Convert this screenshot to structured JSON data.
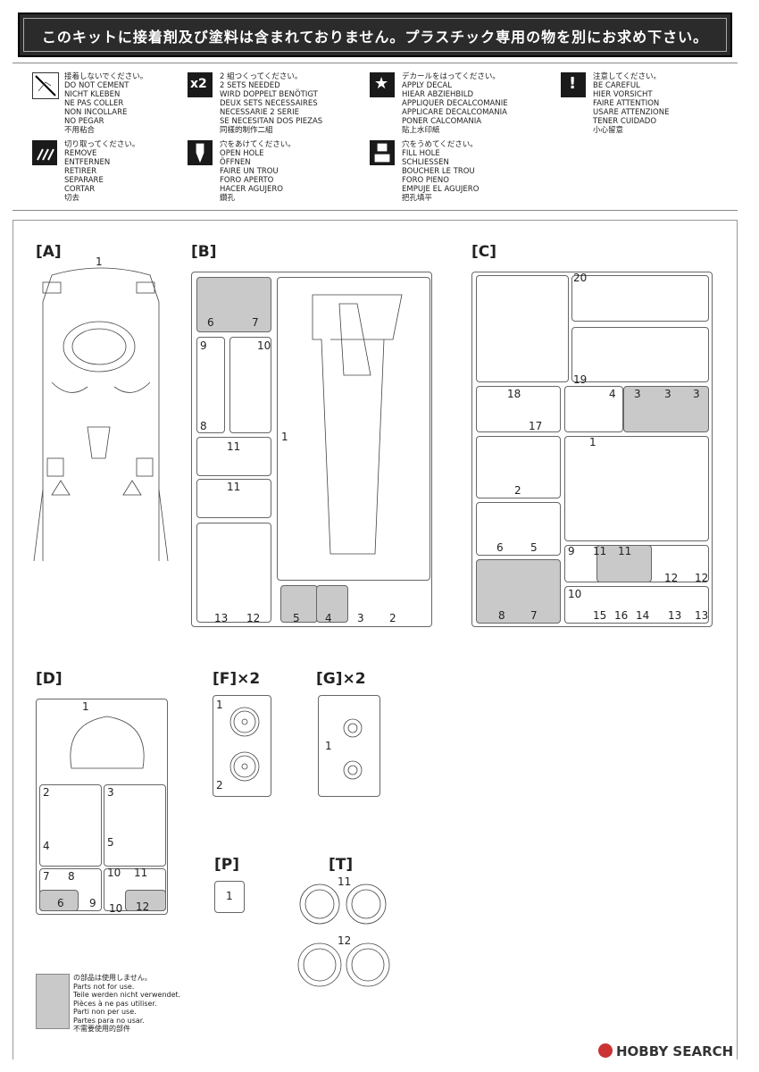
{
  "banner": {
    "text": "このキットに接着剤及び塗料は含まれておりません。プラスチック専用の物を別にお求め下さい。"
  },
  "legend": {
    "do_not_cement": [
      "接着しないでください。",
      "DO NOT CEMENT",
      "NICHT KLEBEN",
      "NE PAS COLLER",
      "NON INCOLLARE",
      "NO PEGAR",
      "不用粘合"
    ],
    "two_sets": {
      "icon_text": "x2",
      "lines": [
        "2 組つくってください。",
        "2 SETS NEEDED",
        "WIRD DOPPELT BENÖTIGT",
        "DEUX SETS NECESSAIRES",
        "NECESSARIE 2 SERIE",
        "SE NECESITAN DOS PIEZAS",
        "同樣的制作二組"
      ]
    },
    "apply_decal": [
      "デカールをはってください。",
      "APPLY DECAL",
      "HIEAR ABZIEHBILD",
      "APPLIQUER DECALCOMANIE",
      "APPLICARE DECALCOMANIA",
      "PONER CALCOMANIA",
      "貼上水印紙"
    ],
    "be_careful": [
      "注意してください。",
      "BE CAREFUL",
      "HIER VORSICHT",
      "FAIRE ATTENTION",
      "USARE ATTENZIONE",
      "TENER CUIDADO",
      "小心留意"
    ],
    "remove": [
      "切り取ってください。",
      "REMOVE",
      "ENTFERNEN",
      "RETIRER",
      "SEPARARE",
      "CORTAR",
      "切去"
    ],
    "open_hole": [
      "穴をあけてください。",
      "OPEN HOLE",
      "ÖFFNEN",
      "FAIRE UN TROU",
      "FORO APERTO",
      "HACER AGUJERO",
      "鑽孔"
    ],
    "fill_hole": [
      "穴をうめてください。",
      "FILL HOLE",
      "SCHLIESSEN",
      "BOUCHER LE TROU",
      "FORO PIENO",
      "EMPUJE EL AGUJERO",
      "把孔填平"
    ]
  },
  "sprues": {
    "A": {
      "label": "[A]",
      "nums": [
        "1"
      ]
    },
    "B": {
      "label": "[B]",
      "nums": [
        "6",
        "7",
        "9",
        "10",
        "8",
        "11",
        "11",
        "1",
        "13",
        "12",
        "5",
        "4",
        "3",
        "2"
      ]
    },
    "C": {
      "label": "[C]",
      "nums": [
        "20",
        "19",
        "18",
        "4",
        "3",
        "3",
        "3",
        "17",
        "1",
        "2",
        "6",
        "5",
        "9",
        "11",
        "11",
        "12",
        "12",
        "8",
        "7",
        "10",
        "15",
        "16",
        "14",
        "13",
        "13"
      ]
    },
    "D": {
      "label": "[D]",
      "nums": [
        "1",
        "2",
        "3",
        "4",
        "5",
        "7",
        "8",
        "6",
        "9",
        "10",
        "11",
        "10",
        "12"
      ]
    },
    "F": {
      "label": "[F]×2",
      "nums": [
        "1",
        "2"
      ]
    },
    "G": {
      "label": "[G]×2",
      "nums": [
        "1"
      ]
    },
    "P": {
      "label": "[P]",
      "nums": [
        "1"
      ]
    },
    "T": {
      "label": "[T]",
      "nums": [
        "11",
        "12"
      ]
    }
  },
  "note": {
    "lines": [
      "の部品は使用しません。",
      "Parts not for use.",
      "Teile werden nicht verwendet.",
      "Pièces à ne pas utiliser.",
      "Parti non per use.",
      "Partes para no usar.",
      "不需要使用的部件"
    ]
  },
  "watermark": {
    "text": "HOBBY SEARCH"
  },
  "colors": {
    "banner_bg": "#2b2b2b",
    "unused_grey": "#c9c9c9"
  }
}
